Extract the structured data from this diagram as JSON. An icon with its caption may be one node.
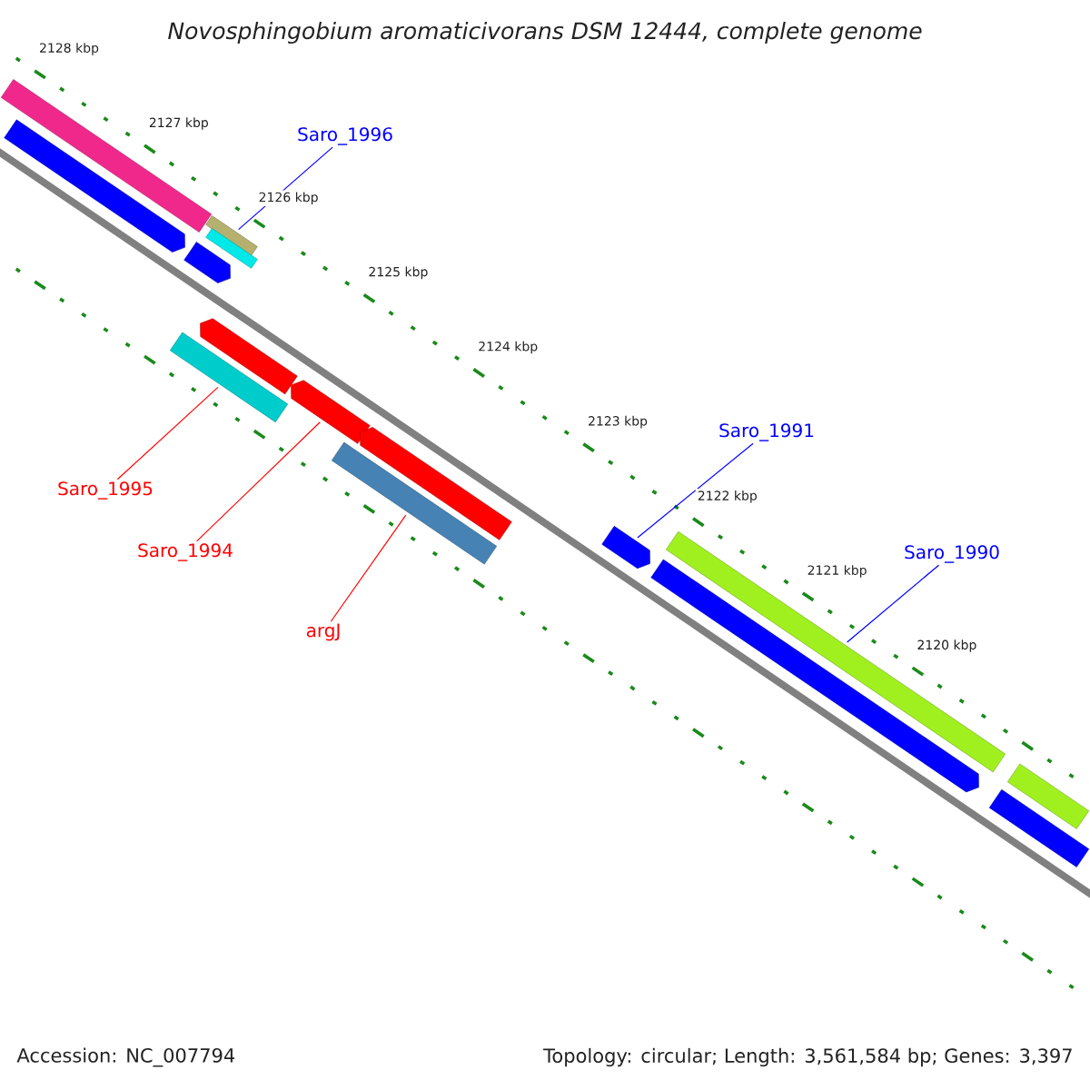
{
  "diagram": {
    "title": "Novosphingobium aromaticivorans DSM 12444, complete genome",
    "nodes": [
      {
        "text": [
          "Saro_1996"
        ]
      },
      {
        "text": [
          "Saro_1991"
        ]
      },
      {
        "text": [
          "Saro_1990"
        ]
      },
      {
        "text": [
          "Saro_1995"
        ]
      },
      {
        "text": [
          "Saro_1994"
        ]
      },
      {
        "text": [
          "argJ"
        ]
      },
      {
        "text": [],
        "shape": "bar"
      },
      {
        "text": [],
        "shape": "bar"
      },
      {
        "text": [],
        "shape": "bar"
      },
      {
        "text": [],
        "shape": "bar"
      },
      {
        "text": [],
        "shape": "bar"
      },
      {
        "text": [],
        "shape": "bar"
      },
      {
        "text": [],
        "shape": "bar"
      },
      {
        "text": [],
        "shape": "bar"
      },
      {
        "text": [],
        "shape": "bar"
      },
      {
        "text": [],
        "shape": "bar"
      },
      {
        "text": [],
        "shape": "bar"
      },
      {
        "text": [],
        "shape": "bar"
      },
      {
        "text": [],
        "shape": "bar"
      },
      {
        "text": [],
        "shape": "bar"
      },
      {
        "text": [],
        "shape": "bar"
      }
    ],
    "edges": [
      {
        "from": 0,
        "to": 8,
        "arrow": "none"
      },
      {
        "from": 1,
        "to": 16,
        "arrow": "none"
      },
      {
        "from": 2,
        "to": 17,
        "arrow": "none"
      },
      {
        "from": 3,
        "to": 11,
        "arrow": "none",
        "color": "#ff0000"
      },
      {
        "from": 4,
        "to": 13,
        "arrow": "none",
        "color": "#ff0000"
      },
      {
        "from": 5,
        "to": 14,
        "arrow": "none",
        "color": "#ff0000"
      }
    ],
    "labels": [
      "2128 kbp",
      "2127 kbp",
      "2126 kbp",
      "2125 kbp",
      "2124 kbp",
      "2123 kbp",
      "2122 kbp",
      "2121 kbp",
      "2120 kbp",
      "Accession: NC_007794",
      "Topology: circular; Length: 3,561,584 bp; Genes: 3,397"
    ]
  }
}
